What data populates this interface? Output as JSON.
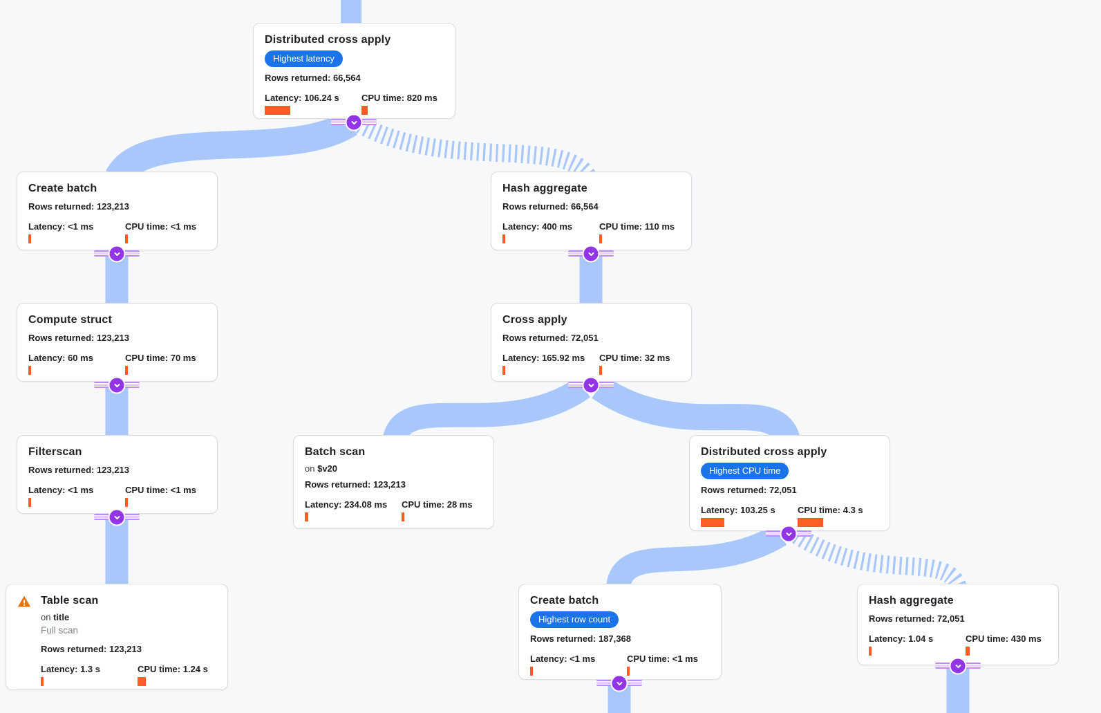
{
  "canvas": {
    "background": "#f6f8fa",
    "edge_blue": "#a9c7fb",
    "badge_blue": "#1a73e8",
    "bar_orange": "#ff5c26",
    "connector_purple": "#9334e6",
    "warning_orange": "#e8710a",
    "node_border": "#d9dce1"
  },
  "icons": {
    "warning": "warning-triangle",
    "collapse": "chevron-down"
  },
  "nodes": [
    {
      "title": "Distributed cross apply",
      "badge": "Highest latency",
      "rows": "Rows returned: 66,564",
      "latency": {
        "label": "Latency: 106.24 s",
        "bar": 37
      },
      "cpu": {
        "label": "CPU time: 820 ms",
        "bar": 9
      }
    },
    {
      "title": "Create batch",
      "rows": "Rows returned: 123,213",
      "latency": {
        "label": "Latency: <1 ms",
        "bar": 4
      },
      "cpu": {
        "label": "CPU time: <1 ms",
        "bar": 4
      }
    },
    {
      "title": "Hash aggregate",
      "rows": "Rows returned: 66,564",
      "latency": {
        "label": "Latency: 400 ms",
        "bar": 4
      },
      "cpu": {
        "label": "CPU time: 110 ms",
        "bar": 4
      }
    },
    {
      "title": "Compute struct",
      "rows": "Rows returned: 123,213",
      "latency": {
        "label": "Latency: 60 ms",
        "bar": 4
      },
      "cpu": {
        "label": "CPU time: 70 ms",
        "bar": 4
      }
    },
    {
      "title": "Cross apply",
      "rows": "Rows returned: 72,051",
      "latency": {
        "label": "Latency: 165.92 ms",
        "bar": 4
      },
      "cpu": {
        "label": "CPU time: 32 ms",
        "bar": 4
      }
    },
    {
      "title": "Filterscan",
      "rows": "Rows returned: 123,213",
      "latency": {
        "label": "Latency: <1 ms",
        "bar": 4
      },
      "cpu": {
        "label": "CPU time: <1 ms",
        "bar": 4
      }
    },
    {
      "title": "Batch scan",
      "on_prefix": "on",
      "on_value": "$v20",
      "rows": "Rows returned: 123,213",
      "latency": {
        "label": "Latency: 234.08 ms",
        "bar": 5
      },
      "cpu": {
        "label": "CPU time: 28 ms",
        "bar": 4
      }
    },
    {
      "title": "Distributed cross apply",
      "badge": "Highest CPU time",
      "rows": "Rows returned: 72,051",
      "latency": {
        "label": "Latency: 103.25 s",
        "bar": 34
      },
      "cpu": {
        "label": "CPU time: 4.3 s",
        "bar": 37
      }
    },
    {
      "title": "Table scan",
      "on_prefix": "on",
      "on_value": "title",
      "subtitle": "Full scan",
      "rows": "Rows returned: 123,213",
      "latency": {
        "label": "Latency: 1.3 s",
        "bar": 4
      },
      "cpu": {
        "label": "CPU time: 1.24 s",
        "bar": 12
      }
    },
    {
      "title": "Create batch",
      "badge": "Highest row count",
      "rows": "Rows returned: 187,368",
      "latency": {
        "label": "Latency: <1 ms",
        "bar": 4
      },
      "cpu": {
        "label": "CPU time: <1 ms",
        "bar": 4
      }
    },
    {
      "title": "Hash aggregate",
      "rows": "Rows returned: 72,051",
      "latency": {
        "label": "Latency: 1.04 s",
        "bar": 4
      },
      "cpu": {
        "label": "CPU time: 430 ms",
        "bar": 6
      }
    }
  ]
}
